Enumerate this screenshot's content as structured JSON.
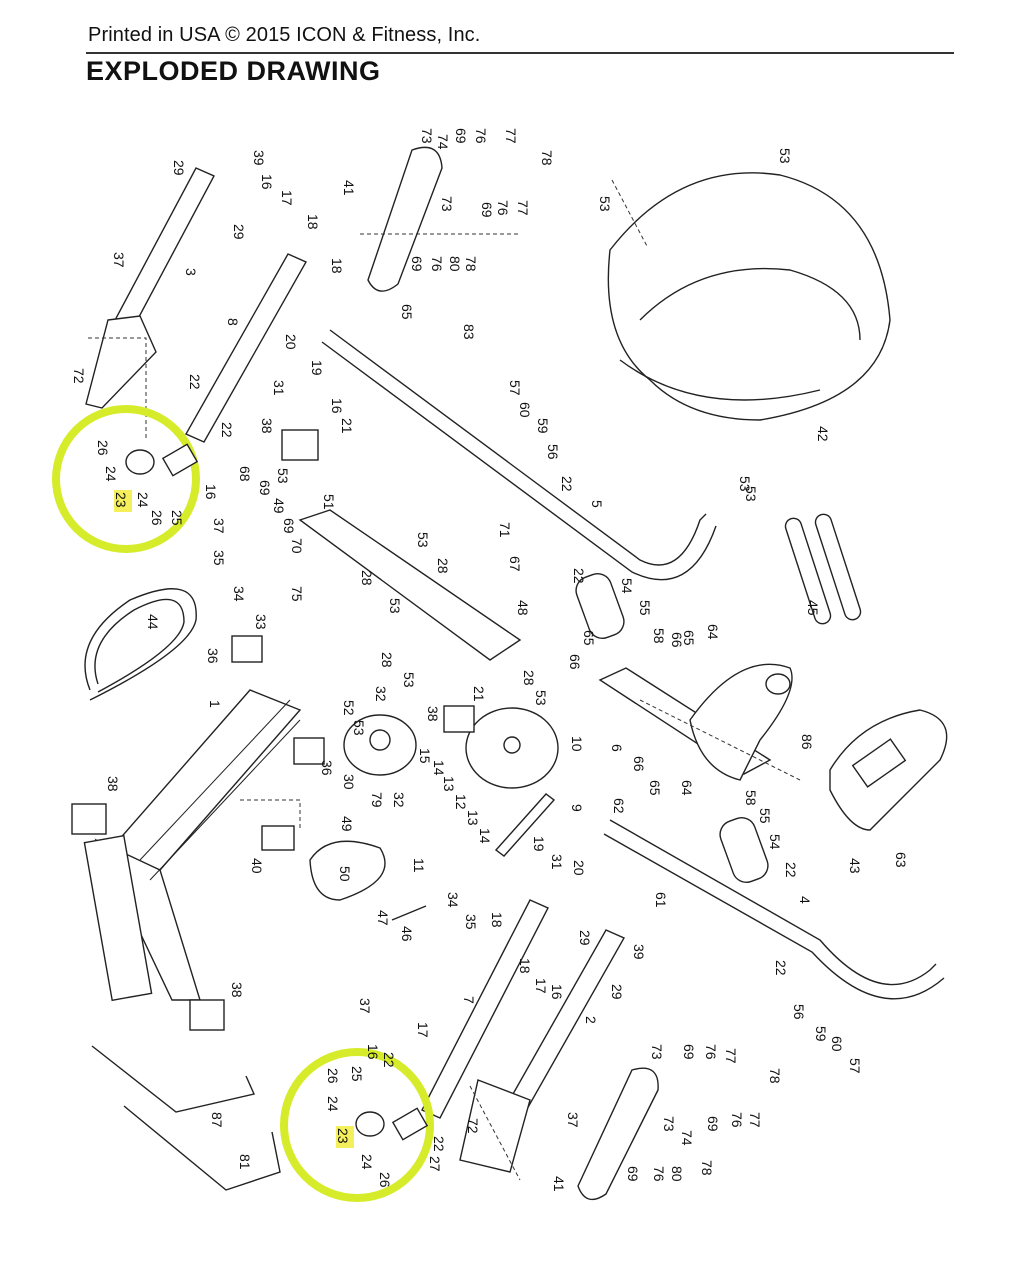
{
  "header": {
    "printed_line": "Printed in USA © 2015 ICON & Fitness, Inc.",
    "title": "EXPLODED DRAWING"
  },
  "highlight_colors": {
    "circle": "#d6ec2b",
    "label_fill": "#f4ef5a"
  },
  "callouts": [
    {
      "id": "c1",
      "text": "39"
    },
    {
      "id": "c2",
      "text": "29"
    },
    {
      "id": "c3",
      "text": "29"
    },
    {
      "id": "c4",
      "text": "3"
    },
    {
      "id": "c5",
      "text": "37"
    },
    {
      "id": "c6",
      "text": "16"
    },
    {
      "id": "c7",
      "text": "17"
    },
    {
      "id": "c8",
      "text": "18"
    },
    {
      "id": "c9",
      "text": "18"
    },
    {
      "id": "c10",
      "text": "8"
    },
    {
      "id": "c11",
      "text": "72"
    },
    {
      "id": "c12",
      "text": "22"
    },
    {
      "id": "c13",
      "text": "22"
    },
    {
      "id": "c14",
      "text": "26"
    },
    {
      "id": "c15",
      "text": "24"
    },
    {
      "id": "c16",
      "text": "23"
    },
    {
      "id": "c17",
      "text": "24"
    },
    {
      "id": "c18",
      "text": "26"
    },
    {
      "id": "c19",
      "text": "25"
    },
    {
      "id": "c20",
      "text": "16"
    },
    {
      "id": "c21",
      "text": "37"
    },
    {
      "id": "c22",
      "text": "20"
    },
    {
      "id": "c23",
      "text": "31"
    },
    {
      "id": "c24",
      "text": "19"
    },
    {
      "id": "c25",
      "text": "38"
    },
    {
      "id": "c26",
      "text": "53"
    },
    {
      "id": "c27",
      "text": "16"
    },
    {
      "id": "c28",
      "text": "21"
    },
    {
      "id": "c29",
      "text": "68"
    },
    {
      "id": "c30",
      "text": "69"
    },
    {
      "id": "c31",
      "text": "49"
    },
    {
      "id": "c32",
      "text": "69"
    },
    {
      "id": "c33",
      "text": "70"
    },
    {
      "id": "c34",
      "text": "75"
    },
    {
      "id": "c35",
      "text": "51"
    },
    {
      "id": "c36",
      "text": "35"
    },
    {
      "id": "c37",
      "text": "34"
    },
    {
      "id": "c38",
      "text": "33"
    },
    {
      "id": "c39",
      "text": "41"
    },
    {
      "id": "c40",
      "text": "73"
    },
    {
      "id": "c41",
      "text": "74"
    },
    {
      "id": "c42",
      "text": "69"
    },
    {
      "id": "c43",
      "text": "76"
    },
    {
      "id": "c44",
      "text": "77"
    },
    {
      "id": "c45",
      "text": "78"
    },
    {
      "id": "c46",
      "text": "73"
    },
    {
      "id": "c47",
      "text": "69"
    },
    {
      "id": "c48",
      "text": "76"
    },
    {
      "id": "c49",
      "text": "77"
    },
    {
      "id": "c50",
      "text": "69"
    },
    {
      "id": "c51",
      "text": "76"
    },
    {
      "id": "c52",
      "text": "80"
    },
    {
      "id": "c53",
      "text": "78"
    },
    {
      "id": "c54",
      "text": "65"
    },
    {
      "id": "c55",
      "text": "83"
    },
    {
      "id": "c56",
      "text": "53"
    },
    {
      "id": "c57",
      "text": "53"
    },
    {
      "id": "c58",
      "text": "42"
    },
    {
      "id": "c59",
      "text": "53"
    },
    {
      "id": "c60",
      "text": "57"
    },
    {
      "id": "c61",
      "text": "60"
    },
    {
      "id": "c62",
      "text": "59"
    },
    {
      "id": "c63",
      "text": "56"
    },
    {
      "id": "c64",
      "text": "22"
    },
    {
      "id": "c65",
      "text": "5"
    },
    {
      "id": "c66",
      "text": "71"
    },
    {
      "id": "c67",
      "text": "67"
    },
    {
      "id": "c68",
      "text": "53"
    },
    {
      "id": "c69",
      "text": "28"
    },
    {
      "id": "c70",
      "text": "28"
    },
    {
      "id": "c71",
      "text": "53"
    },
    {
      "id": "c72",
      "text": "48"
    },
    {
      "id": "c73",
      "text": "22"
    },
    {
      "id": "c74",
      "text": "54"
    },
    {
      "id": "c75",
      "text": "45"
    },
    {
      "id": "c76",
      "text": "44"
    },
    {
      "id": "c77",
      "text": "36"
    },
    {
      "id": "c78",
      "text": "55"
    },
    {
      "id": "c79",
      "text": "65"
    },
    {
      "id": "c80",
      "text": "66"
    },
    {
      "id": "c81",
      "text": "58"
    },
    {
      "id": "c82",
      "text": "66"
    },
    {
      "id": "c83",
      "text": "65"
    },
    {
      "id": "c84",
      "text": "64"
    },
    {
      "id": "c85",
      "text": "28"
    },
    {
      "id": "c86",
      "text": "53"
    },
    {
      "id": "c87",
      "text": "21"
    },
    {
      "id": "c88",
      "text": "28"
    },
    {
      "id": "c89",
      "text": "53"
    },
    {
      "id": "c90",
      "text": "1"
    },
    {
      "id": "c91",
      "text": "32"
    },
    {
      "id": "c92",
      "text": "52"
    },
    {
      "id": "c93",
      "text": "53"
    },
    {
      "id": "c94",
      "text": "38"
    },
    {
      "id": "c95",
      "text": "10"
    },
    {
      "id": "c96",
      "text": "6"
    },
    {
      "id": "c97",
      "text": "86"
    },
    {
      "id": "c98",
      "text": "36"
    },
    {
      "id": "c99",
      "text": "30"
    },
    {
      "id": "c100",
      "text": "79"
    },
    {
      "id": "c101",
      "text": "32"
    },
    {
      "id": "c102",
      "text": "15"
    },
    {
      "id": "c103",
      "text": "14"
    },
    {
      "id": "c104",
      "text": "13"
    },
    {
      "id": "c105",
      "text": "12"
    },
    {
      "id": "c106",
      "text": "13"
    },
    {
      "id": "c107",
      "text": "14"
    },
    {
      "id": "c108",
      "text": "66"
    },
    {
      "id": "c109",
      "text": "65"
    },
    {
      "id": "c110",
      "text": "64"
    },
    {
      "id": "c111",
      "text": "58"
    },
    {
      "id": "c112",
      "text": "55"
    },
    {
      "id": "c113",
      "text": "43"
    },
    {
      "id": "c114",
      "text": "63"
    },
    {
      "id": "c115",
      "text": "38"
    },
    {
      "id": "c116",
      "text": "40"
    },
    {
      "id": "c117",
      "text": "49"
    },
    {
      "id": "c118",
      "text": "50"
    },
    {
      "id": "c119",
      "text": "9"
    },
    {
      "id": "c120",
      "text": "19"
    },
    {
      "id": "c121",
      "text": "31"
    },
    {
      "id": "c122",
      "text": "20"
    },
    {
      "id": "c123",
      "text": "62"
    },
    {
      "id": "c124",
      "text": "54"
    },
    {
      "id": "c125",
      "text": "22"
    },
    {
      "id": "c126",
      "text": "11"
    },
    {
      "id": "c127",
      "text": "34"
    },
    {
      "id": "c128",
      "text": "35"
    },
    {
      "id": "c129",
      "text": "61"
    },
    {
      "id": "c130",
      "text": "47"
    },
    {
      "id": "c131",
      "text": "46"
    },
    {
      "id": "c132",
      "text": "18"
    },
    {
      "id": "c133",
      "text": "4"
    },
    {
      "id": "c134",
      "text": "38"
    },
    {
      "id": "c135",
      "text": "18"
    },
    {
      "id": "c136",
      "text": "17"
    },
    {
      "id": "c137",
      "text": "16"
    },
    {
      "id": "c138",
      "text": "29"
    },
    {
      "id": "c139",
      "text": "39"
    },
    {
      "id": "c140",
      "text": "29"
    },
    {
      "id": "c141",
      "text": "22"
    },
    {
      "id": "c142",
      "text": "7"
    },
    {
      "id": "c143",
      "text": "2"
    },
    {
      "id": "c144",
      "text": "37"
    },
    {
      "id": "c145",
      "text": "17"
    },
    {
      "id": "c146",
      "text": "16"
    },
    {
      "id": "c147",
      "text": "22"
    },
    {
      "id": "c148",
      "text": "26"
    },
    {
      "id": "c149",
      "text": "25"
    },
    {
      "id": "c150",
      "text": "24"
    },
    {
      "id": "c151",
      "text": "23"
    },
    {
      "id": "c152",
      "text": "24"
    },
    {
      "id": "c153",
      "text": "26"
    },
    {
      "id": "c154",
      "text": "22"
    },
    {
      "id": "c155",
      "text": "27"
    },
    {
      "id": "c156",
      "text": "72"
    },
    {
      "id": "c157",
      "text": "37"
    },
    {
      "id": "c158",
      "text": "73"
    },
    {
      "id": "c159",
      "text": "69"
    },
    {
      "id": "c160",
      "text": "76"
    },
    {
      "id": "c161",
      "text": "77"
    },
    {
      "id": "c162",
      "text": "78"
    },
    {
      "id": "c163",
      "text": "73"
    },
    {
      "id": "c164",
      "text": "74"
    },
    {
      "id": "c165",
      "text": "69"
    },
    {
      "id": "c166",
      "text": "76"
    },
    {
      "id": "c167",
      "text": "77"
    },
    {
      "id": "c168",
      "text": "41"
    },
    {
      "id": "c169",
      "text": "69"
    },
    {
      "id": "c170",
      "text": "76"
    },
    {
      "id": "c171",
      "text": "80"
    },
    {
      "id": "c172",
      "text": "78"
    },
    {
      "id": "c173",
      "text": "56"
    },
    {
      "id": "c174",
      "text": "59"
    },
    {
      "id": "c175",
      "text": "60"
    },
    {
      "id": "c176",
      "text": "57"
    },
    {
      "id": "c177",
      "text": "87"
    },
    {
      "id": "c178",
      "text": "81"
    },
    {
      "id": "c179",
      "text": "53"
    }
  ]
}
